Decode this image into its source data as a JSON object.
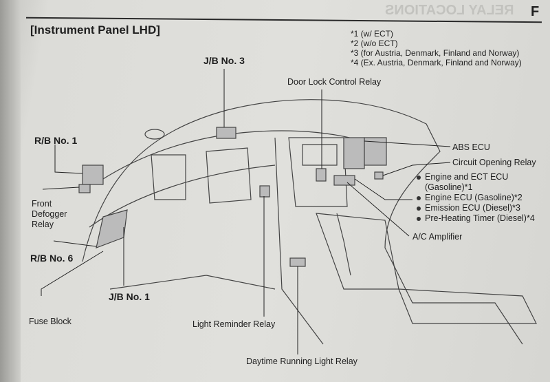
{
  "section_letter": "F",
  "mirrored_header": "RELAY LOCATIONS",
  "title": "[Instrument Panel LHD]",
  "notes": [
    "*1 (w/ ECT)",
    "*2 (w/o ECT)",
    "*3 (for Austria, Denmark, Finland and Norway)",
    "*4 (Ex. Austria, Denmark, Finland and Norway)"
  ],
  "labels": {
    "jb3": "J/B No. 3",
    "door_lock": "Door Lock Control Relay",
    "rb1": "R/B No. 1",
    "front_defogger": [
      "Front",
      "Defogger",
      "Relay"
    ],
    "rb6": "R/B No. 6",
    "jb1": "J/B No. 1",
    "fuse_block": "Fuse Block",
    "light_reminder": "Light Reminder Relay",
    "daytime": "Daytime Running Light Relay",
    "abs": "ABS ECU",
    "circuit_opening": "Circuit Opening Relay",
    "ac_amp": "A/C Amplifier"
  },
  "ecu_list": [
    "Engine and ECT ECU",
    "(Gasoline)*1",
    "Engine ECU (Gasoline)*2",
    "Emission ECU (Diesel)*3",
    "Pre-Heating Timer (Diesel)*4"
  ]
}
